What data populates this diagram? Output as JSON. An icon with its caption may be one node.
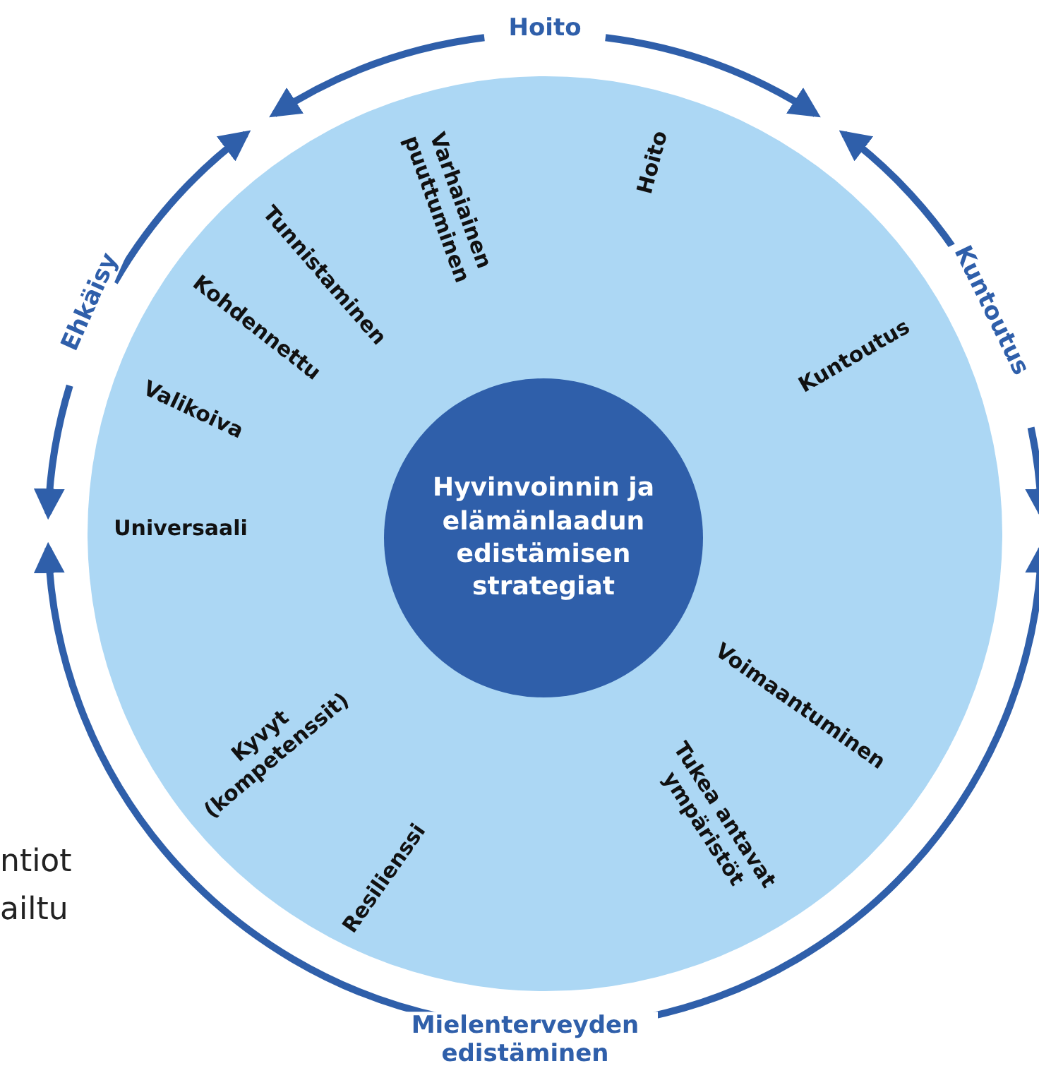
{
  "diagram": {
    "nodes": [
      {
        "text": [],
        "shape": "circle"
      },
      {
        "text": [
          "Hyvinvoinnin ja elämänlaadun edistämisen strategiat"
        ],
        "in": 0
      }
    ],
    "labels": [
      "Hoito",
      "Ehkäisy",
      "Kuntoutus",
      "Varhaiainen puuttuminen",
      "Hoito",
      "Tunnistaminen",
      "Kohdennettu",
      "Kuntoutus",
      "Valikoiva",
      "Universaali",
      "Voimaantuminen",
      "Kyvyt (kompetenssit)",
      "Tukea antavat ympäristöt",
      "Resilienssi",
      "ntiot",
      "ailtu",
      "Mielenterveyden edistäminen"
    ]
  }
}
